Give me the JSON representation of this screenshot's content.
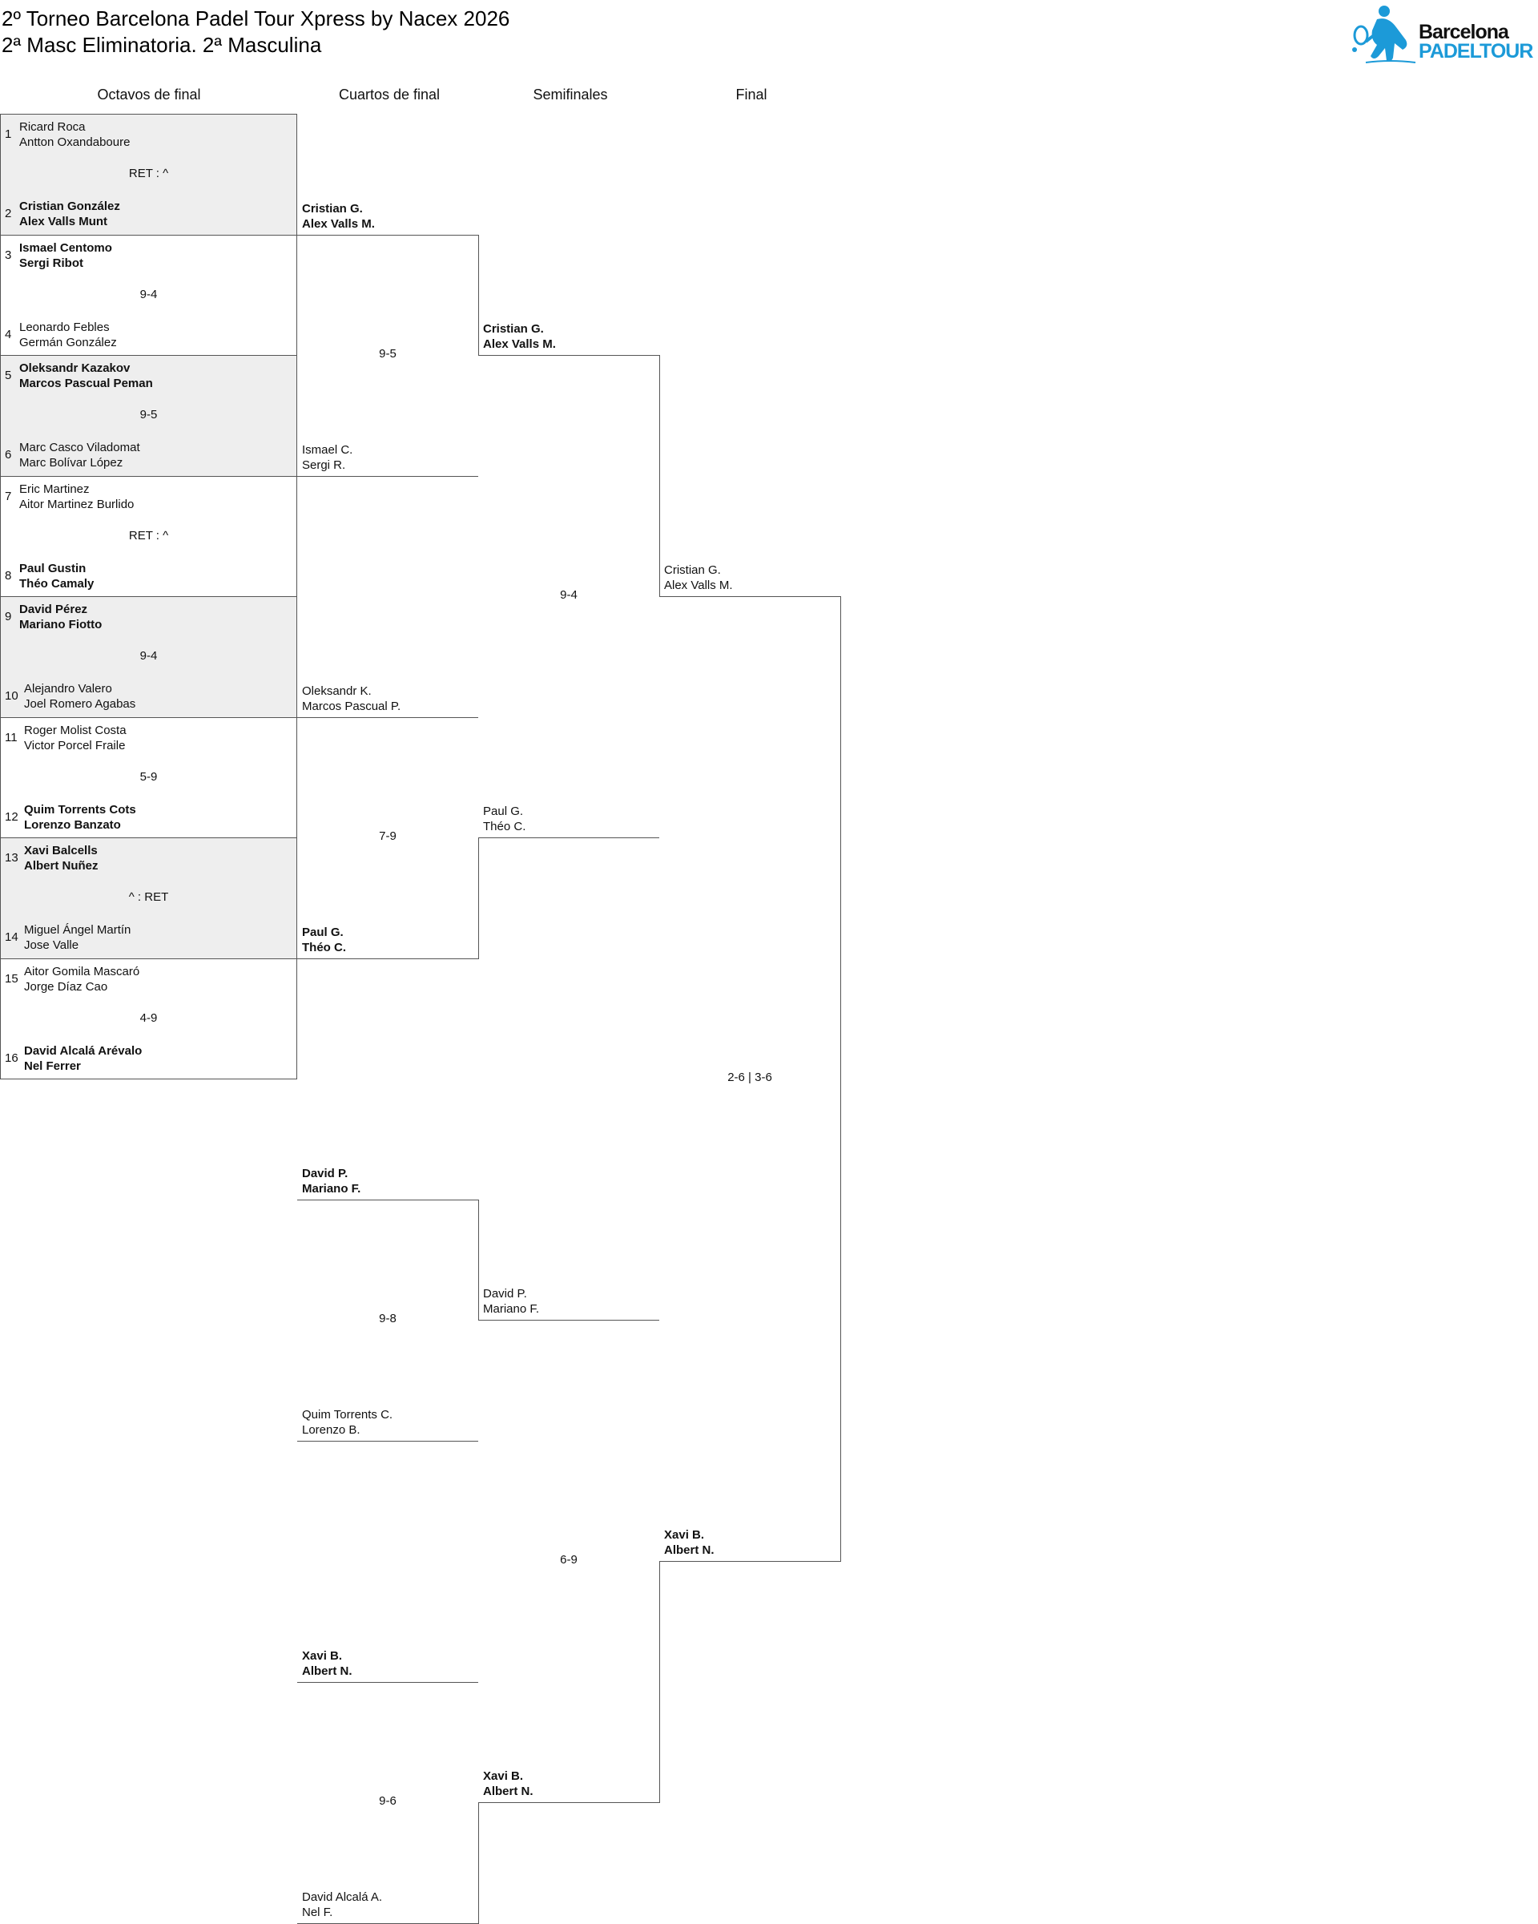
{
  "header": {
    "title": "2º Torneo Barcelona Padel Tour Xpress by Nacex 2026",
    "subtitle": "2ª Masc Eliminatoria. 2ª Masculina"
  },
  "logo": {
    "line1": "Barcelona",
    "line2": "PADELTOUR",
    "brand_color": "#1c9ad8"
  },
  "rounds": [
    "Octavos de final",
    "Cuartos de final",
    "Semifinales",
    "Final"
  ],
  "r16": [
    {
      "seed_a": "1",
      "a1": "Ricard Roca",
      "a2": "Antton Oxandaboure",
      "score": "RET : ^",
      "seed_b": "2",
      "b1": "Cristian González",
      "b2": "Alex Valls Munt",
      "winner": "b"
    },
    {
      "seed_a": "3",
      "a1": "Ismael Centomo",
      "a2": "Sergi Ribot",
      "score": "9-4",
      "seed_b": "4",
      "b1": "Leonardo Febles",
      "b2": "Germán González",
      "winner": "a"
    },
    {
      "seed_a": "5",
      "a1": "Oleksandr Kazakov",
      "a2": "Marcos Pascual Peman",
      "score": "9-5",
      "seed_b": "6",
      "b1": "Marc Casco Viladomat",
      "b2": "Marc Bolívar López",
      "winner": "a"
    },
    {
      "seed_a": "7",
      "a1": "Eric Martinez",
      "a2": "Aitor Martinez Burlido",
      "score": "RET : ^",
      "seed_b": "8",
      "b1": "Paul Gustin",
      "b2": "Théo Camaly",
      "winner": "b"
    },
    {
      "seed_a": "9",
      "a1": "David Pérez",
      "a2": "Mariano Fiotto",
      "score": "9-4",
      "seed_b": "10",
      "b1": "Alejandro Valero",
      "b2": "Joel Romero Agabas",
      "winner": "a"
    },
    {
      "seed_a": "11",
      "a1": "Roger Molist Costa",
      "a2": "Victor Porcel Fraile",
      "score": "5-9",
      "seed_b": "12",
      "b1": "Quim Torrents Cots",
      "b2": "Lorenzo Banzato",
      "winner": "b"
    },
    {
      "seed_a": "13",
      "a1": "Xavi Balcells",
      "a2": "Albert Nuñez",
      "score": "^ : RET",
      "seed_b": "14",
      "b1": "Miguel Ángel Martín",
      "b2": "Jose Valle",
      "winner": "a"
    },
    {
      "seed_a": "15",
      "a1": "Aitor Gomila Mascaró",
      "a2": "Jorge Díaz Cao",
      "score": "4-9",
      "seed_b": "16",
      "b1": "David Alcalá Arévalo",
      "b2": "Nel Ferrer",
      "winner": "b"
    }
  ],
  "qf": [
    {
      "a1": "Cristian G.",
      "a2": "Alex Valls M.",
      "score": "9-5",
      "b1": "Ismael C.",
      "b2": "Sergi R.",
      "winner": "a"
    },
    {
      "a1": "Oleksandr K.",
      "a2": "Marcos Pascual P.",
      "score": "7-9",
      "b1": "Paul G.",
      "b2": "Théo C.",
      "winner": "b"
    },
    {
      "a1": "David P.",
      "a2": "Mariano F.",
      "score": "9-8",
      "b1": "Quim Torrents C.",
      "b2": "Lorenzo B.",
      "winner": "a"
    },
    {
      "a1": "Xavi B.",
      "a2": "Albert N.",
      "score": "9-6",
      "b1": "David Alcalá A.",
      "b2": "Nel F.",
      "winner": "a"
    }
  ],
  "sf": [
    {
      "a1": "Cristian G.",
      "a2": "Alex Valls M.",
      "score": "9-4",
      "b1": "Paul G.",
      "b2": "Théo C.",
      "winner": "a"
    },
    {
      "a1": "David P.",
      "a2": "Mariano F.",
      "score": "6-9",
      "b1": "Xavi B.",
      "b2": "Albert N.",
      "winner": "b"
    }
  ],
  "final": {
    "a1": "Cristian G.",
    "a2": "Alex Valls M.",
    "score": "2-6 | 3-6",
    "b1": "Xavi B.",
    "b2": "Albert N.",
    "winner": "b"
  }
}
